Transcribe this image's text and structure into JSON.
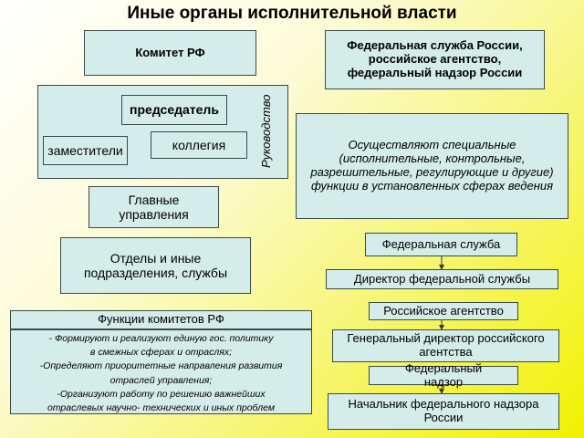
{
  "title": "Иные органы исполнительной власти",
  "left": {
    "committee": "Комитет РФ",
    "chairman": "председатель",
    "deputies": "заместители",
    "board": "коллегия",
    "leadership": "Руководство",
    "main_departments": "Главные управления",
    "divisions": "Отделы и иные подразделения, службы",
    "functions_header": "Функции комитетов РФ",
    "functions": [
      "- Формируют и реализуют единую  гос. политику",
      "в смежных сферах и отраслях;",
      "-Определяют приоритетные направления развития",
      "отраслей управления;",
      "-Организуют работу по решению важнейших",
      "отраслевых научно- технических и иных проблем"
    ]
  },
  "right": {
    "federal_bodies": "Федеральная служба России, российское агентство, федеральный надзор России",
    "description": "Осуществляют специальные (исполнительные, контрольные, разрешительные, регулирующие и другие) функции в установленных сферах ведения",
    "federal_service": "Федеральная служба",
    "federal_service_director": "Директор федеральной службы",
    "russian_agency": "Российское агентство",
    "agency_director": "Генеральный директор российского агентства",
    "federal_supervision": "Федеральный надзор",
    "supervision_head": "Начальник федерального надзора России"
  },
  "colors": {
    "box_fill": "#d4ecea",
    "border": "#3a4a4a",
    "background_end": "#f2f200"
  }
}
